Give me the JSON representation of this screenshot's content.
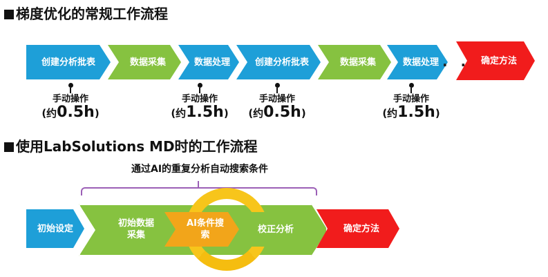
{
  "section1": {
    "title": "梯度优化的常规工作流程",
    "steps": [
      "创建分析批表",
      "数据采集",
      "数据处理",
      "创建分析批表",
      "数据采集",
      "数据处理"
    ],
    "ellipsis": "· ·",
    "final": "确定方法",
    "notes": [
      {
        "label": "手动操作",
        "prefix": "(约",
        "value": "0.5h",
        "suffix": ")"
      },
      {
        "label": "手动操作",
        "prefix": "(约",
        "value": "1.5h",
        "suffix": ")"
      },
      {
        "label": "手动操作",
        "prefix": "(约",
        "value": "0.5h",
        "suffix": ")"
      },
      {
        "label": "手动操作",
        "prefix": "(约",
        "value": "1.5h",
        "suffix": ")"
      }
    ]
  },
  "section2": {
    "title": "使用LabSolutions MD时的工作流程",
    "caption": "通过AI的重复分析自动搜索条件",
    "initial": "初始设定",
    "loop_steps": [
      "初始数据\n采集",
      "AI条件搜\n索",
      "校正分析"
    ],
    "final": "确定方法"
  },
  "colors": {
    "blue": "#1e9fd8",
    "green": "#86c240",
    "red": "#f11c1c",
    "orange": "#f2a51a",
    "ring": "#f7c51b",
    "brace": "#9b5fb6"
  }
}
